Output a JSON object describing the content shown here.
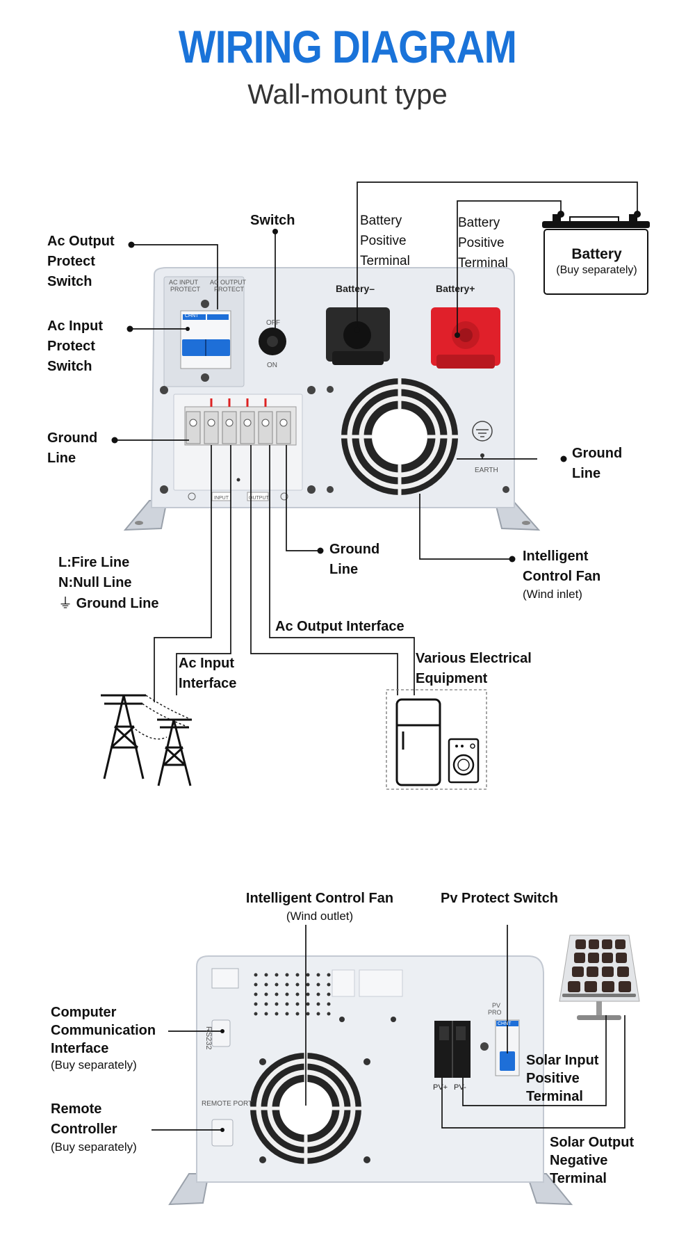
{
  "header": {
    "title": "WIRING DIAGRAM",
    "subtitle": "Wall-mount type"
  },
  "front_panel": {
    "callouts": {
      "ac_output_protect_switch": [
        "Ac Output",
        "Protect",
        "Switch"
      ],
      "ac_input_protect_switch": [
        "Ac Input",
        "Protect",
        "Switch"
      ],
      "ground_line_left": [
        "Ground",
        "Line"
      ],
      "switch": "Switch",
      "battery_terminal_1": [
        "Battery",
        "Positive",
        "Terminal"
      ],
      "battery_terminal_2": [
        "Battery",
        "Positive",
        "Terminal"
      ],
      "battery": {
        "title": "Battery",
        "note": "(Buy separately)"
      },
      "ground_line_right": [
        "Ground",
        "Line"
      ],
      "ground_line_center": [
        "Ground",
        "Line"
      ],
      "intelligent_fan_inlet": {
        "lines": [
          "Intelligent",
          "Control Fan"
        ],
        "note": "(Wind inlet)"
      },
      "ac_output_interface": "Ac Output Interface",
      "ac_input_interface": [
        "Ac Input",
        "Interface"
      ],
      "various_equipment": [
        "Various Electrical",
        "Equipment"
      ]
    },
    "legend": {
      "l": "L:Fire Line",
      "n": "N:Null Line",
      "g_symbol": "⏚",
      "g": "Ground Line"
    },
    "device_text": {
      "ac_input_protect": [
        "AC INPUT",
        "PROTECT"
      ],
      "ac_output_protect": [
        "AC OUTPUT",
        "PROTECT"
      ],
      "off": "OFF",
      "on": "ON",
      "battery_minus": "Battery–",
      "battery_plus": "Battery+",
      "earth": "EARTH",
      "input": "INPUT",
      "output": "OUTPUT",
      "brand": "CHNT"
    }
  },
  "back_panel": {
    "callouts": {
      "fan_outlet": {
        "title": "Intelligent Control Fan",
        "note": "(Wind outlet)"
      },
      "pv_protect_switch": "Pv Protect Switch",
      "computer_interface": {
        "lines": [
          "Computer",
          "Communication",
          "Interface"
        ],
        "note": "(Buy separately)"
      },
      "remote_controller": {
        "lines": [
          "Remote",
          "Controller"
        ],
        "note": "(Buy separately)"
      },
      "solar_input_positive": [
        "Solar Input",
        "Positive",
        "Terminal"
      ],
      "solar_output_negative": [
        "Solar Output",
        "Negative",
        "Terminal"
      ]
    },
    "device_text": {
      "rs232": "RS232",
      "remote_port": "REMOTE PORT",
      "pv_plus": "PV+",
      "pv_minus": "PV-",
      "pv_pro": [
        "PV",
        "PRO"
      ],
      "brand": "CHNT"
    }
  },
  "colors": {
    "title": "#1a73d9",
    "panel": "#e8ebf0",
    "panel_edge": "#c9ced6",
    "line": "#111111",
    "battery_red": "#e0202a",
    "breaker_blue": "#1e6fd8",
    "fan_dark": "#222222"
  }
}
